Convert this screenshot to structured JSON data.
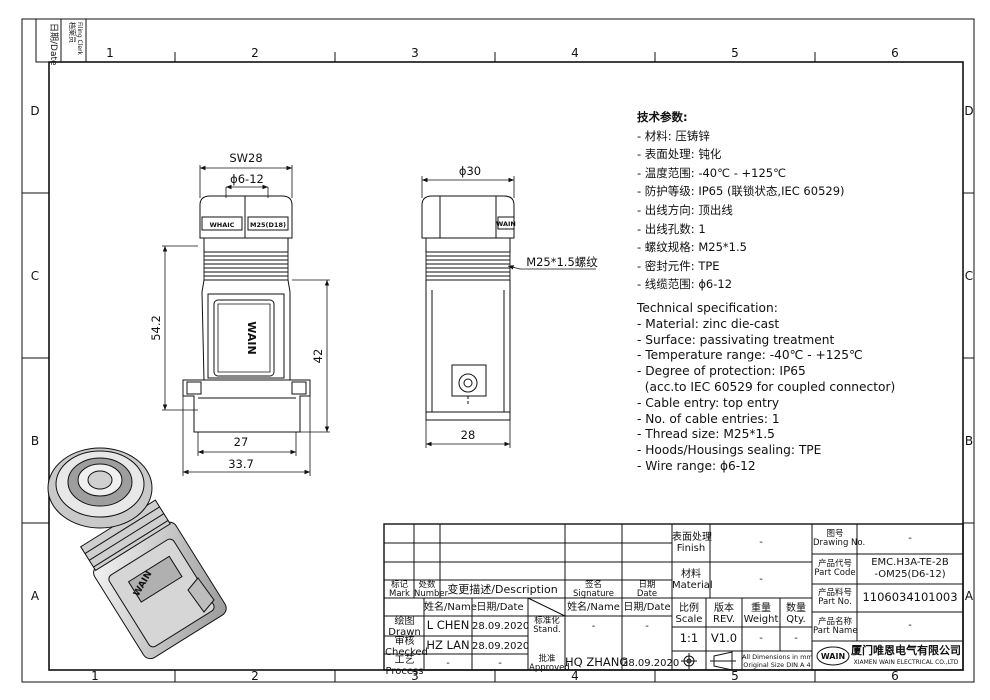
{
  "top_left_box": {
    "date_label": "日期/Date",
    "filing_label": "档案员",
    "filing_en": "Filing Clerk"
  },
  "grid": {
    "columns": [
      "1",
      "2",
      "3",
      "4",
      "5",
      "6"
    ],
    "rows": [
      "D",
      "C",
      "B",
      "A"
    ]
  },
  "dimensions": {
    "sw28": "SW28",
    "phi_6_12": "ϕ6-12",
    "d54_2": "54.2",
    "d42": "42",
    "d27": "27",
    "d33_7": "33.7",
    "phi30": "ϕ30",
    "m25": "M25*1.5螺纹",
    "d28": "28"
  },
  "part_markings": {
    "brand": "WAIN",
    "nut_left": "WHAIC",
    "nut_right": "M25(D18)"
  },
  "spec_cn": {
    "title": "技术参数:",
    "lines": [
      "- 材料: 压铸锌",
      "- 表面处理: 钝化",
      "- 温度范围: -40℃ - +125℃",
      "- 防护等级: IP65 (联锁状态,IEC 60529)",
      "- 出线方向: 顶出线",
      "- 出线孔数: 1",
      "- 螺纹规格: M25*1.5",
      "- 密封元件: TPE",
      "- 线缆范围: ϕ6-12"
    ]
  },
  "spec_en": {
    "title": "Technical specification:",
    "lines": [
      "- Material: zinc die-cast",
      "- Surface: passivating treatment",
      "- Temperature range: -40℃ - +125℃",
      "- Degree of protection: IP65",
      "  (acc.to IEC 60529 for coupled connector)",
      "- Cable entry: top entry",
      "- No. of cable entries: 1",
      "- Thread size: M25*1.5",
      "- Hoods/Housings sealing: TPE",
      "- Wire range: ϕ6-12"
    ]
  },
  "title_block": {
    "rev_header": {
      "mark": "标记\nMark",
      "number": "处数\nNumber",
      "description": "变更描述/Description",
      "signature": "签名\nSignature",
      "date": "日期\nDate"
    },
    "names_header": {
      "name": "姓名/Name",
      "date": "日期/Date",
      "stand": "标准化\nStand.",
      "name2": "姓名/Name",
      "date2": "日期/Date"
    },
    "drawn": {
      "label": "绘图\nDrawn",
      "name": "L CHEN",
      "date": "28.09.2020",
      "stand": "-",
      "stand_date": "-"
    },
    "checked": {
      "label": "审核\nChecked",
      "name": "HZ LAN",
      "date": "28.09.2020"
    },
    "process": {
      "label": "工艺\nProcess",
      "name": "-",
      "date": "-",
      "approved_label": "批准\nApproved",
      "approved_name": "HQ ZHANG",
      "approved_date": "28.09.2020"
    },
    "finish_label": "表面处理\nFinish",
    "finish_value": "-",
    "material_label": "材料\nMaterial",
    "material_value": "-",
    "scale_label": "比例\nScale",
    "rev_label": "版本\nREV.",
    "weight_label": "重量\nWeight",
    "qty_label": "数量\nQty.",
    "scale_value": "1:1",
    "rev_value": "V1.0",
    "weight_value": "-",
    "qty_value": "-",
    "units_note": "All Dimensions in mm\nOriginal Size DIN A 4",
    "drawing_no_label": "图号\nDrawing No.",
    "drawing_no_value": "-",
    "part_code_label": "产品代号\nPart Code",
    "part_code_value": "EMC.H3A-TE-2B\n-OM25(D6-12)",
    "part_no_label": "产品料号\nPart No.",
    "part_no_value": "1106034101003",
    "part_name_label": "产品名称\nPart Name",
    "part_name_value": "-",
    "company_logo": "WAIN",
    "company_cn": "厦门唯恩电气有限公司",
    "company_en": "XIAMEN WAIN ELECTRICAL CO.,LTD"
  }
}
